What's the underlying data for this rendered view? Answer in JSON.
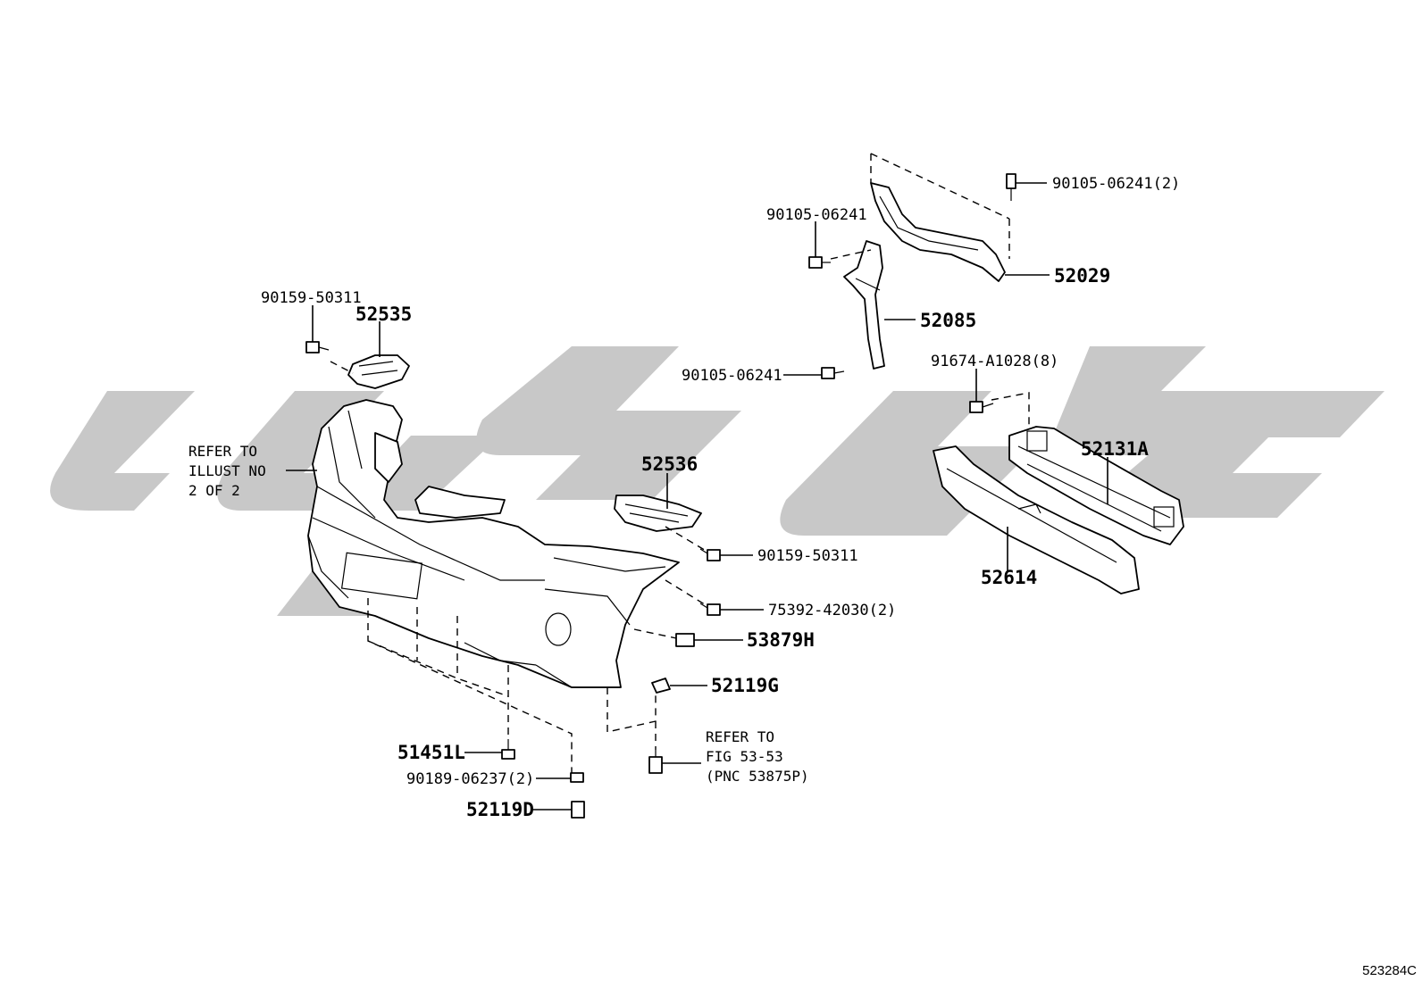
{
  "diagram_id": "523284C",
  "refer_notes": {
    "left": [
      "REFER TO",
      "ILLUST NO",
      "2 OF 2"
    ],
    "bottom": [
      "REFER TO",
      "FIG 53-53",
      "(PNC 53875P)"
    ]
  },
  "parts": {
    "p90105_top_right": "90105-06241(2)",
    "p90105_top_left": "90105-06241",
    "p52029": "52029",
    "p52085": "52085",
    "p90105_mid": "90105-06241",
    "p91674": "91674-A1028(8)",
    "p52131A": "52131A",
    "p52614": "52614",
    "p90159_top": "90159-50311",
    "p52535": "52535",
    "p52536": "52536",
    "p90159_mid": "90159-50311",
    "p75392": "75392-42030(2)",
    "p53879H": "53879H",
    "p52119G": "52119G",
    "p51451L": "51451L",
    "p90189": "90189-06237(2)",
    "p52119D": "52119D"
  }
}
